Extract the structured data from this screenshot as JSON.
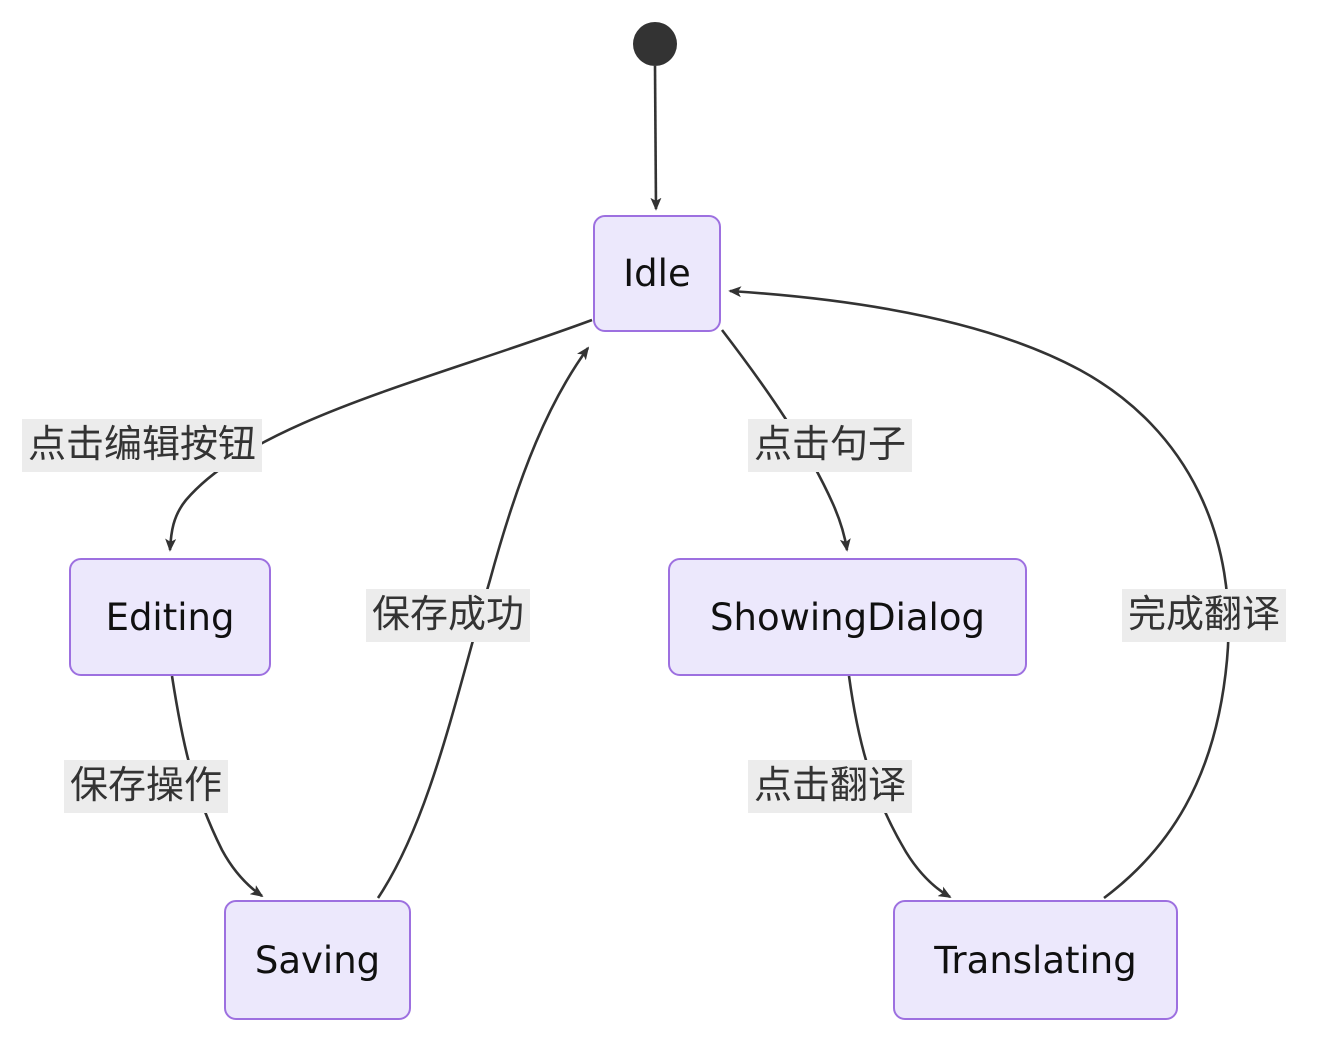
{
  "diagram": {
    "type": "state-diagram",
    "title": "",
    "background_color": "#ffffff",
    "node_fill": "#ECE8FC",
    "node_border": "#9D70E0",
    "edge_color": "#333333",
    "label_background": "#ECECEC",
    "label_text_color": "#333333",
    "start_marker": {
      "name": "start-state",
      "shape": "filled-circle",
      "color": "#333333"
    },
    "states": [
      {
        "id": "Idle",
        "label": "Idle"
      },
      {
        "id": "Editing",
        "label": "Editing"
      },
      {
        "id": "Saving",
        "label": "Saving"
      },
      {
        "id": "ShowingDialog",
        "label": "ShowingDialog"
      },
      {
        "id": "Translating",
        "label": "Translating"
      }
    ],
    "transitions": [
      {
        "from": "[*]",
        "to": "Idle",
        "label": ""
      },
      {
        "from": "Idle",
        "to": "Editing",
        "label": "点击编辑按钮"
      },
      {
        "from": "Editing",
        "to": "Saving",
        "label": "保存操作"
      },
      {
        "from": "Saving",
        "to": "Idle",
        "label": "保存成功"
      },
      {
        "from": "Idle",
        "to": "ShowingDialog",
        "label": "点击句子"
      },
      {
        "from": "ShowingDialog",
        "to": "Translating",
        "label": "点击翻译"
      },
      {
        "from": "Translating",
        "to": "Idle",
        "label": "完成翻译"
      }
    ]
  }
}
